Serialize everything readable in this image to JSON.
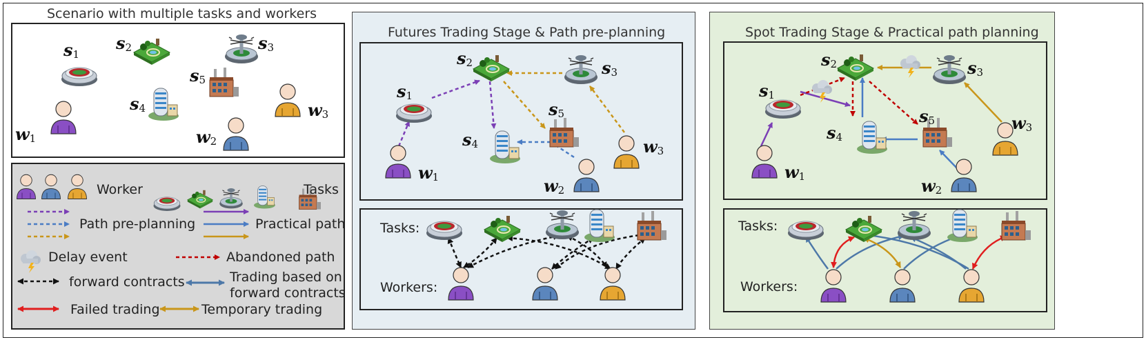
{
  "panels": {
    "scenario_title": "Scenario with multiple tasks  and workers",
    "futures_title": "Futures Trading Stage & Path pre-planning",
    "spot_title": "Spot Trading Stage & Practical path planning"
  },
  "nodes": {
    "s1": {
      "base": "s",
      "sub": "1"
    },
    "s2": {
      "base": "s",
      "sub": "2"
    },
    "s3": {
      "base": "s",
      "sub": "3"
    },
    "s4": {
      "base": "s",
      "sub": "4"
    },
    "s5": {
      "base": "s",
      "sub": "5"
    },
    "w1": {
      "base": "w",
      "sub": "1"
    },
    "w2": {
      "base": "w",
      "sub": "2"
    },
    "w3": {
      "base": "w",
      "sub": "3"
    }
  },
  "legend": {
    "worker": "Worker",
    "tasks": "Tasks",
    "path_preplanning": "Path pre-planning",
    "practical_path": "Practical path",
    "delay_event": "Delay event",
    "abandoned_path": "Abandoned path",
    "forward_contracts": "forward contracts",
    "trading_forward_line1": "Trading based on",
    "trading_forward_line2": "forward contracts",
    "failed_trading": "Failed trading",
    "temporary_trading": "Temporary trading"
  },
  "trading": {
    "tasks_label": "Tasks:",
    "workers_label": "Workers:"
  },
  "colors": {
    "purple": "#7b3fb5",
    "blue": "#4a7cc4",
    "gold": "#c9961a",
    "red": "#e01e1e",
    "darkred": "#c00000",
    "steel": "#4d78a8",
    "black": "#111111",
    "middle_bg": "#e6eef3",
    "right_bg": "#e3efdb",
    "legend_bg": "#d8d8d8"
  }
}
